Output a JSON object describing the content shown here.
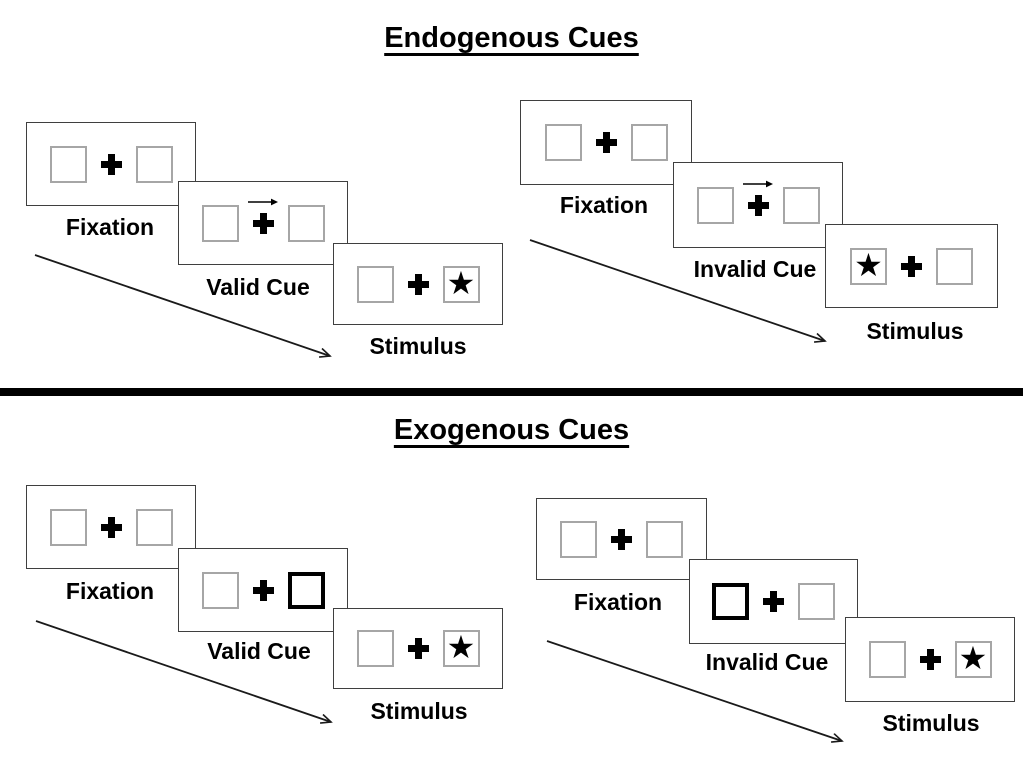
{
  "diagram_type": "posner-cueing-paradigm",
  "icons": {
    "star": "★",
    "fixation_cross": "plus-cross",
    "cue_arrow": "arrow-right"
  },
  "colors": {
    "background": "#ffffff",
    "panel_border": "#3f3f3f",
    "placeholder_box_border": "#a6a6a6",
    "cue_highlight_border": "#000000",
    "ink": "#000000"
  },
  "sections": [
    {
      "title": "Endogenous Cues",
      "sequences": [
        {
          "type": "valid",
          "cue_style": "central-arrow-right",
          "stimulus_side": "right",
          "panels": [
            {
              "label": "Fixation"
            },
            {
              "label": "Valid Cue"
            },
            {
              "label": "Stimulus"
            }
          ]
        },
        {
          "type": "invalid",
          "cue_style": "central-arrow-right",
          "stimulus_side": "left",
          "panels": [
            {
              "label": "Fixation"
            },
            {
              "label": "Invalid Cue"
            },
            {
              "label": "Stimulus"
            }
          ]
        }
      ]
    },
    {
      "title": "Exogenous Cues",
      "sequences": [
        {
          "type": "valid",
          "cue_style": "peripheral-box-right",
          "stimulus_side": "right",
          "panels": [
            {
              "label": "Fixation"
            },
            {
              "label": "Valid Cue"
            },
            {
              "label": "Stimulus"
            }
          ]
        },
        {
          "type": "invalid",
          "cue_style": "peripheral-box-left",
          "stimulus_side": "right",
          "panels": [
            {
              "label": "Fixation"
            },
            {
              "label": "Invalid Cue"
            },
            {
              "label": "Stimulus"
            }
          ]
        }
      ]
    }
  ]
}
